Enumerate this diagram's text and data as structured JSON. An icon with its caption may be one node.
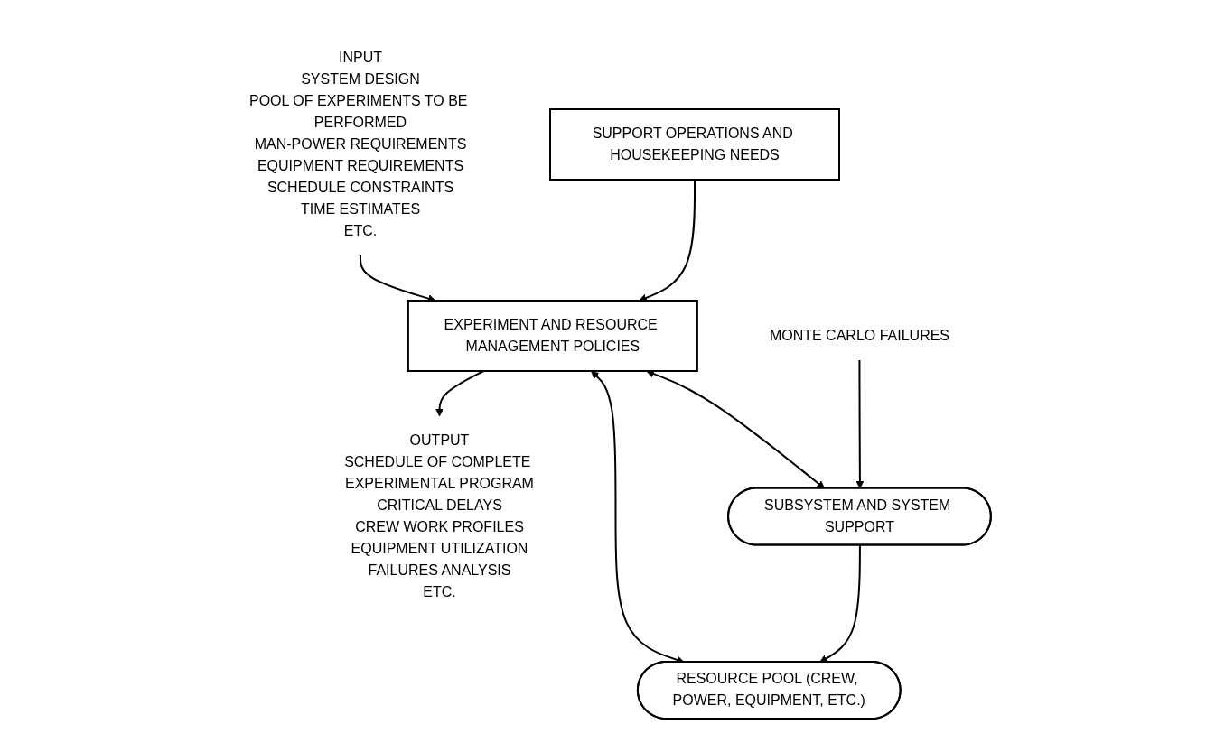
{
  "diagram": {
    "nodes": [
      {
        "text": [
          "INPUT",
          "SYSTEM DESIGN",
          "POOL OF EXPERIMENTS TO BE PERFORMED",
          "MAN-POWER REQUIREMENTS",
          "EQUIPMENT REQUIREMENTS",
          "SCHEDULE CONSTRAINTS",
          "TIME ESTIMATES",
          "ETC."
        ]
      },
      {
        "text": [
          "EXPERIMENT AND RESOURCE MANAGEMENT POLICIES"
        ]
      },
      {
        "text": [
          "OUTPUT",
          "SCHEDULE OF COMPLETE EXPERIMENTAL PROGRAM",
          "CRITICAL DELAYS",
          "CREW WORK PROFILES",
          "EQUIPMENT UTILIZATION",
          "FAILURES ANALYSIS",
          "ETC."
        ]
      },
      {
        "text": [
          "SUPPORT OPERATIONS AND HOUSEKEEPING NEEDS"
        ]
      },
      {
        "text": [
          "RESOURCE POOL (CREW, POWER, EQUIPMENT, ETC.)"
        ]
      },
      {
        "text": [
          "SUBSYSTEM AND SYSTEM SUPPORT"
        ]
      },
      {
        "text": [
          "MONTE CARLO FAILURES"
        ]
      }
    ],
    "edges": [
      {
        "from": 0,
        "to": 1,
        "arrow": "to"
      },
      {
        "from": 1,
        "to": 2,
        "arrow": "to"
      },
      {
        "from": 3,
        "to": 1,
        "arrow": "to"
      },
      {
        "from": 1,
        "to": 4,
        "arrow": "both"
      },
      {
        "from": 1,
        "to": 5,
        "arrow": "both"
      },
      {
        "from": 5,
        "to": 4,
        "arrow": "to"
      },
      {
        "from": 6,
        "to": 5,
        "arrow": "to"
      }
    ]
  }
}
